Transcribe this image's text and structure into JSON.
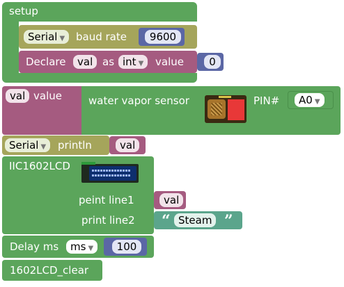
{
  "setup": {
    "label": "setup",
    "serial_baud": {
      "port": "Serial",
      "label": "baud rate",
      "value": "9600"
    },
    "declare": {
      "label": "Declare",
      "var": "val",
      "as_label": "as",
      "type": "int",
      "value_label": "value",
      "value": "0"
    }
  },
  "assign": {
    "var": "val",
    "label": "value",
    "sensor_label": "water vapor sensor",
    "pin_label": "PIN#",
    "pin_value": "A0"
  },
  "println": {
    "port": "Serial",
    "label": "println",
    "value": "val"
  },
  "lcd": {
    "title": "IIC1602LCD",
    "line1_label": "peint line1",
    "line1_value": "val",
    "line2_label": "print line2",
    "line2_value": "Steam"
  },
  "delay": {
    "label": "Delay ms",
    "unit": "ms",
    "value": "100"
  },
  "clear": {
    "label": "1602LCD_clear"
  },
  "colors": {
    "control": "#5ba55b",
    "serial": "#a5a55b",
    "variable": "#a55b80",
    "math": "#5b67a5",
    "text": "#5ba58c"
  },
  "icons": {
    "dropdown": "caret-down-icon",
    "sensor": "water-vapor-sensor-image",
    "lcd": "lcd-module-image"
  }
}
